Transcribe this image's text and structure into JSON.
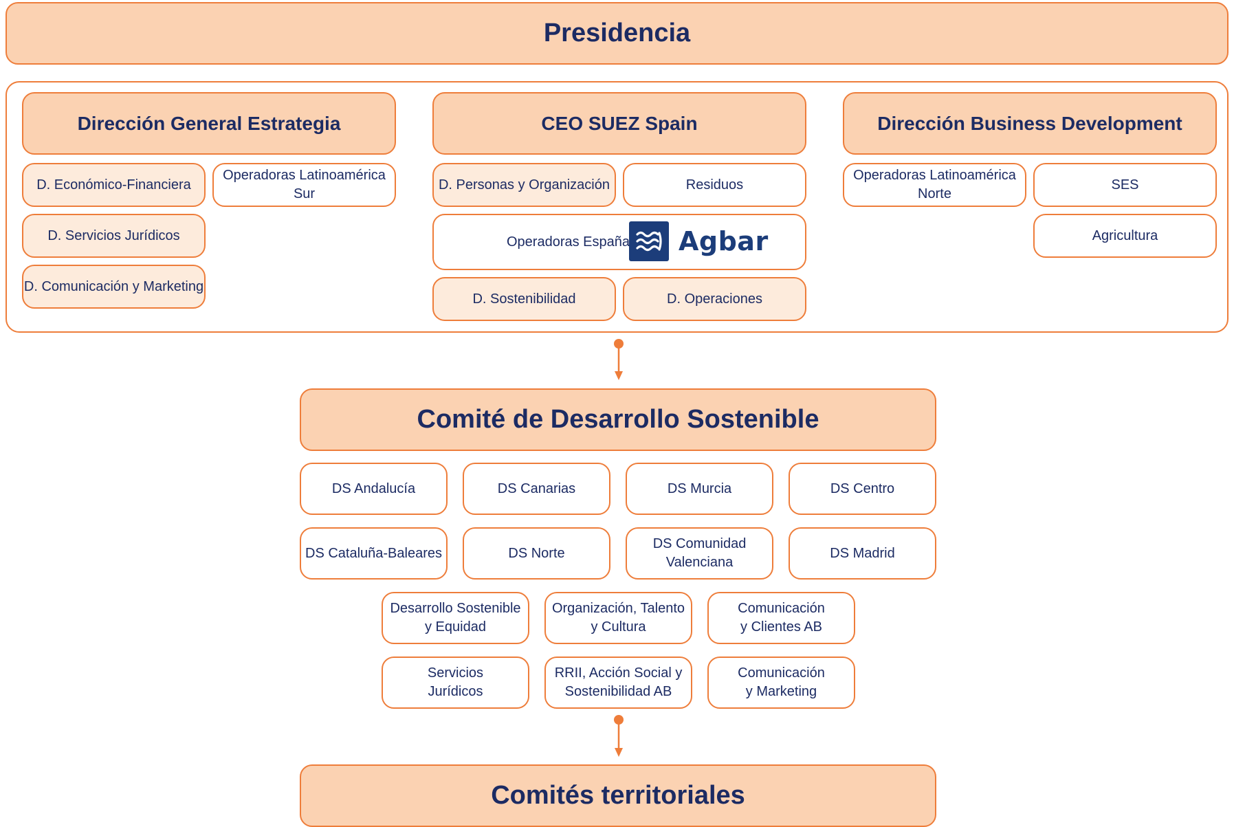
{
  "top": {
    "title": "Presidencia"
  },
  "columns": {
    "strategy": {
      "title": "Dirección General Estrategia",
      "items": [
        "D. Económico-Financiera",
        "Operadoras Latinoamérica Sur",
        "D. Servicios Jurídicos",
        "D. Comunicación y Marketing"
      ]
    },
    "ceo": {
      "title": "CEO SUEZ Spain",
      "items": [
        "D. Personas y Organización",
        "Residuos",
        "Operadoras España",
        "D. Sostenibilidad",
        "D. Operaciones"
      ],
      "logo": {
        "icon": "agbar-wave-icon",
        "text": "Agbar"
      }
    },
    "business": {
      "title": "Dirección Business Development",
      "items": [
        "Operadoras Latinoamérica Norte",
        "SES",
        "Agricultura"
      ]
    }
  },
  "committee": {
    "title": "Comité de Desarrollo Sostenible",
    "regions": [
      "DS Andalucía",
      "DS Canarias",
      "DS Murcia",
      "DS Centro",
      "DS Cataluña-Baleares",
      "DS Norte",
      "DS Comunidad Valenciana",
      "DS Madrid"
    ],
    "areas": [
      "Desarrollo Sostenible\ny Equidad",
      "Organización, Talento\ny Cultura",
      "Comunicación\ny Clientes AB",
      "Servicios\nJurídicos",
      "RRII, Acción Social y\nSostenibilidad AB",
      "Comunicación\ny Marketing"
    ]
  },
  "bottom": {
    "title": "Comités territoriales"
  },
  "colors": {
    "accent": "#ee7d3a",
    "header_fill": "#fbd2b2",
    "light_fill": "#fdebdc",
    "text": "#1c2b63",
    "logo": "#1c3d7a"
  }
}
